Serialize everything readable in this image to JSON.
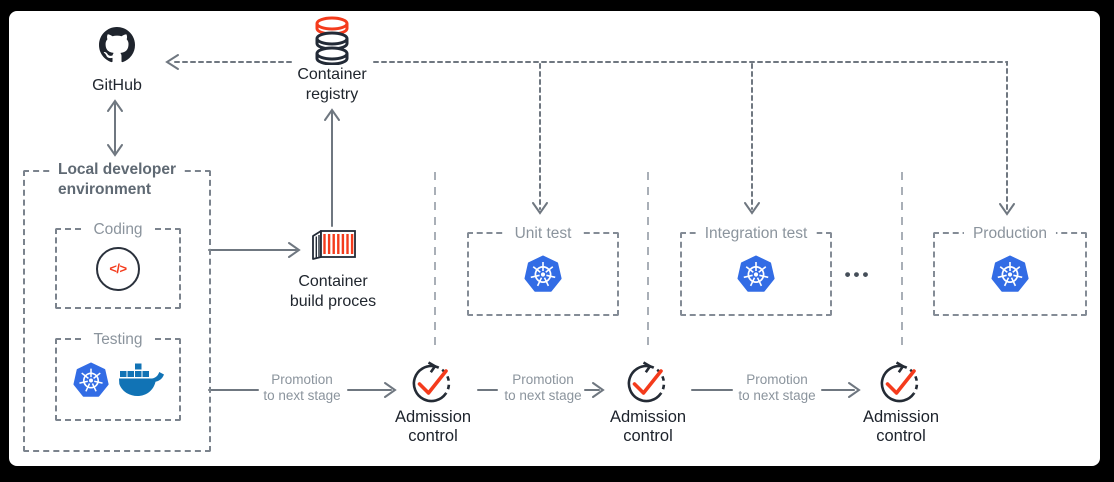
{
  "colors": {
    "accent_red": "#f43b1c",
    "k8s_blue": "#326ce5",
    "docker_blue": "#1173b5",
    "github_black": "#1f242d",
    "dark_text": "#20262e",
    "gray_text": "#8b949d",
    "line_gray": "#6f7780",
    "separator_gray": "#a9afb7"
  },
  "github": {
    "label": "GitHub"
  },
  "registry": {
    "label": [
      "Container",
      "registry"
    ]
  },
  "local_env": {
    "title": [
      "Local developer",
      "environment"
    ],
    "coding": {
      "title": "Coding",
      "code_glyph": "</>"
    },
    "testing": {
      "title": "Testing"
    }
  },
  "build": {
    "label": [
      "Container",
      "build proces"
    ]
  },
  "stages": [
    {
      "title": "Unit test"
    },
    {
      "title": "Integration test"
    },
    {
      "title": "Production"
    }
  ],
  "ellipsis": "•••",
  "promotions": [
    {
      "line1": "Promotion",
      "line2": "to next stage"
    },
    {
      "line1": "Promotion",
      "line2": "to next stage"
    },
    {
      "line1": "Promotion",
      "line2": "to next stage"
    }
  ],
  "admissions": [
    {
      "line1": "Admission",
      "line2": "control"
    },
    {
      "line1": "Admission",
      "line2": "control"
    },
    {
      "line1": "Admission",
      "line2": "control"
    }
  ]
}
